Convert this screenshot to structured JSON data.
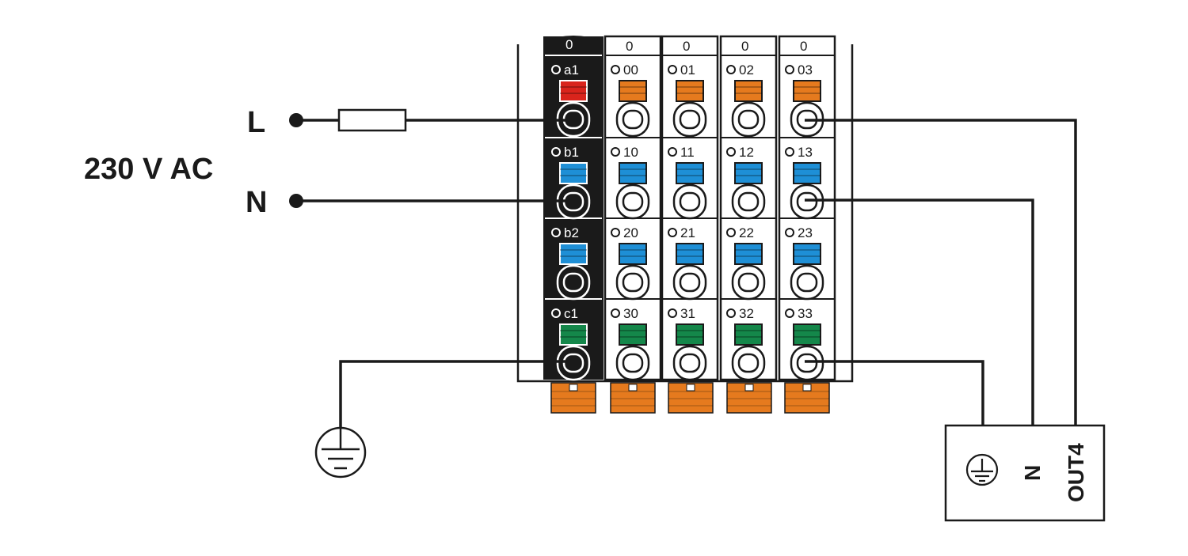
{
  "supply": {
    "voltage_label": "230 V AC",
    "line_label": "L",
    "neutral_label": "N"
  },
  "module": {
    "first_column_header": "0",
    "column_headers": [
      "0",
      "0",
      "0",
      "0"
    ],
    "power_labels": [
      "a1",
      "b1",
      "b2",
      "c1"
    ],
    "power_colors": [
      "#d9241c",
      "#1e8fd6",
      "#1e8fd6",
      "#14874a"
    ],
    "channel_rows": [
      {
        "labels": [
          "00",
          "01",
          "02",
          "03"
        ],
        "color": "#e57a1e"
      },
      {
        "labels": [
          "10",
          "11",
          "12",
          "13"
        ],
        "color": "#1e8fd6"
      },
      {
        "labels": [
          "20",
          "21",
          "22",
          "23"
        ],
        "color": "#1e8fd6"
      },
      {
        "labels": [
          "30",
          "31",
          "32",
          "33"
        ],
        "color": "#14874a"
      }
    ],
    "plug_color": "#e57a1e"
  },
  "load": {
    "neutral_label": "N",
    "output_label": "OUT4",
    "ground_icon": "earth-ground-icon"
  },
  "ground": {
    "icon": "earth-ground-icon"
  }
}
